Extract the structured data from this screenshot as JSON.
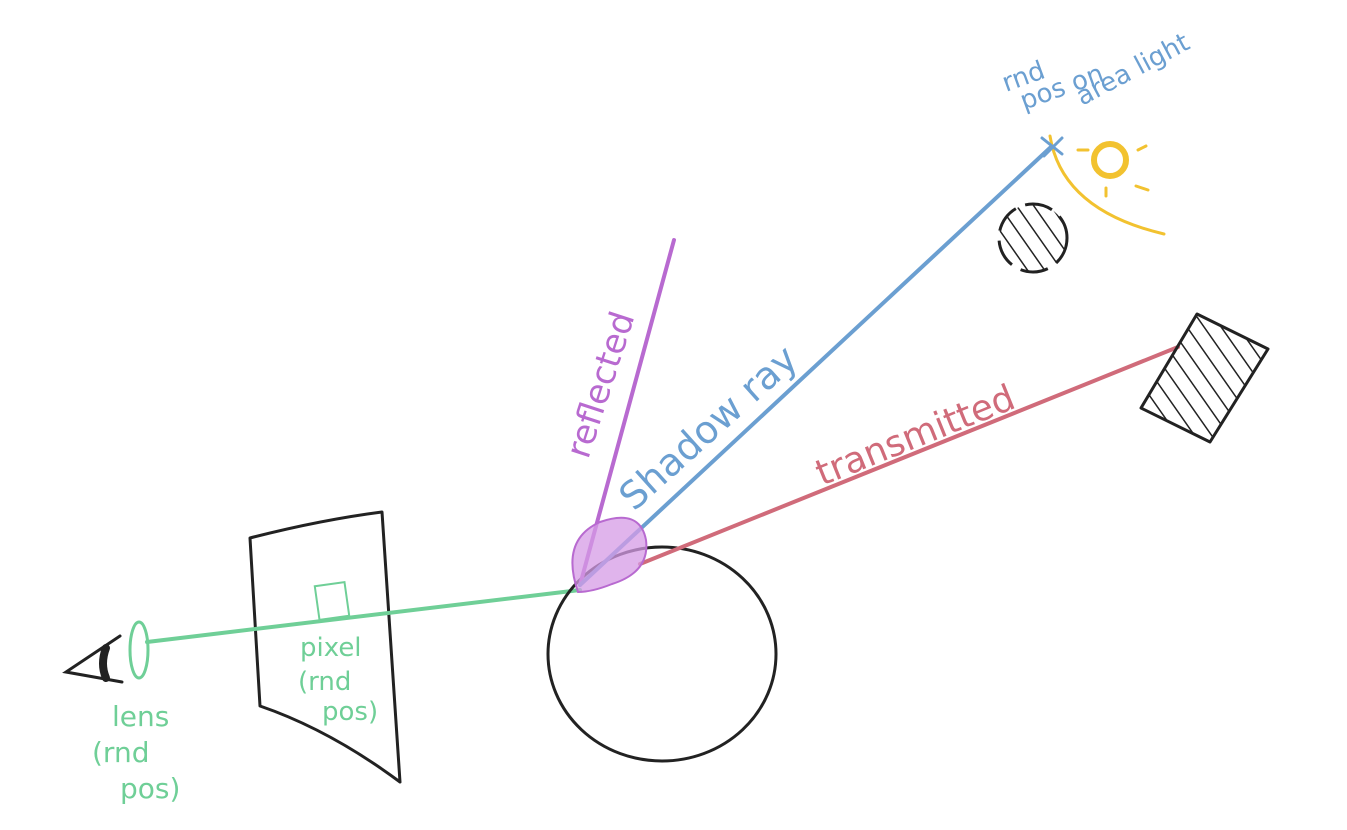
{
  "labels": {
    "lens": [
      "lens",
      "(rnd",
      "pos)"
    ],
    "pixel": [
      "pixel",
      "(rnd",
      "pos)"
    ],
    "reflected": "reflected",
    "shadow_ray": "Shadow ray",
    "transmitted": "transmitted",
    "area_light": [
      "rnd",
      "pos on",
      "area light"
    ]
  },
  "colors": {
    "camera_ray": "#6fcf97",
    "reflected": "#b86ad0",
    "shadow_ray": "#6b9fd1",
    "transmitted": "#d06b7a",
    "light": "#f2c230",
    "outline": "#222222",
    "hit_point": "#d69be6"
  },
  "icons": {
    "eye": "eye-icon",
    "sun": "sun-icon",
    "occluder_sphere": "hatched-sphere",
    "occluder_box": "hatched-box"
  }
}
